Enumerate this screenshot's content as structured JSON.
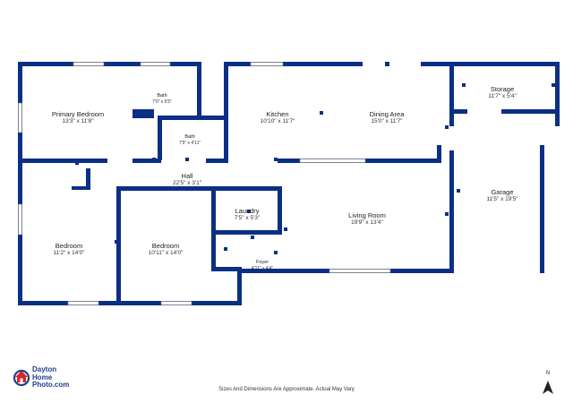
{
  "rooms": {
    "primary_bedroom": {
      "name": "Primary Bedroom",
      "dims": "13'3\" x 11'8\""
    },
    "bath_1": {
      "name": "Bath",
      "dims": "7'0\" x 6'5\""
    },
    "bath_2": {
      "name": "Bath",
      "dims": "7'5\" x 4'11\""
    },
    "kitchen": {
      "name": "Kitchen",
      "dims": "10'10\" x 11'7\""
    },
    "dining_area": {
      "name": "Dining Area",
      "dims": "15'0\" x 11'7\""
    },
    "storage": {
      "name": "Storage",
      "dims": "11'7\" x 5'4\""
    },
    "hall": {
      "name": "Hall",
      "dims": "22'5\" x 3'1\""
    },
    "laundry": {
      "name": "Laundry",
      "dims": "7'5\" x 5'3\""
    },
    "living_room": {
      "name": "Living Room",
      "dims": "19'9\" x 13'4\""
    },
    "garage": {
      "name": "Garage",
      "dims": "11'5\" x 19'5\""
    },
    "bedroom_1": {
      "name": "Bedroom",
      "dims": "11'2\" x 14'0\""
    },
    "bedroom_2": {
      "name": "Bedroom",
      "dims": "10'11\" x 14'0\""
    },
    "foyer": {
      "name": "Foyer",
      "dims": "4'11\" x 4'4\""
    }
  },
  "footer": {
    "disclaimer": "Sizes And Dimensions Are Approximate. Actual May Vary"
  },
  "logo": {
    "line1": "Dayton",
    "line2": "Home",
    "line3": "Photo.com"
  },
  "north": {
    "letter": "N"
  },
  "colors": {
    "wall": "#0c2f86",
    "logo_red": "#d9262b",
    "logo_blue": "#1e3f8a"
  }
}
